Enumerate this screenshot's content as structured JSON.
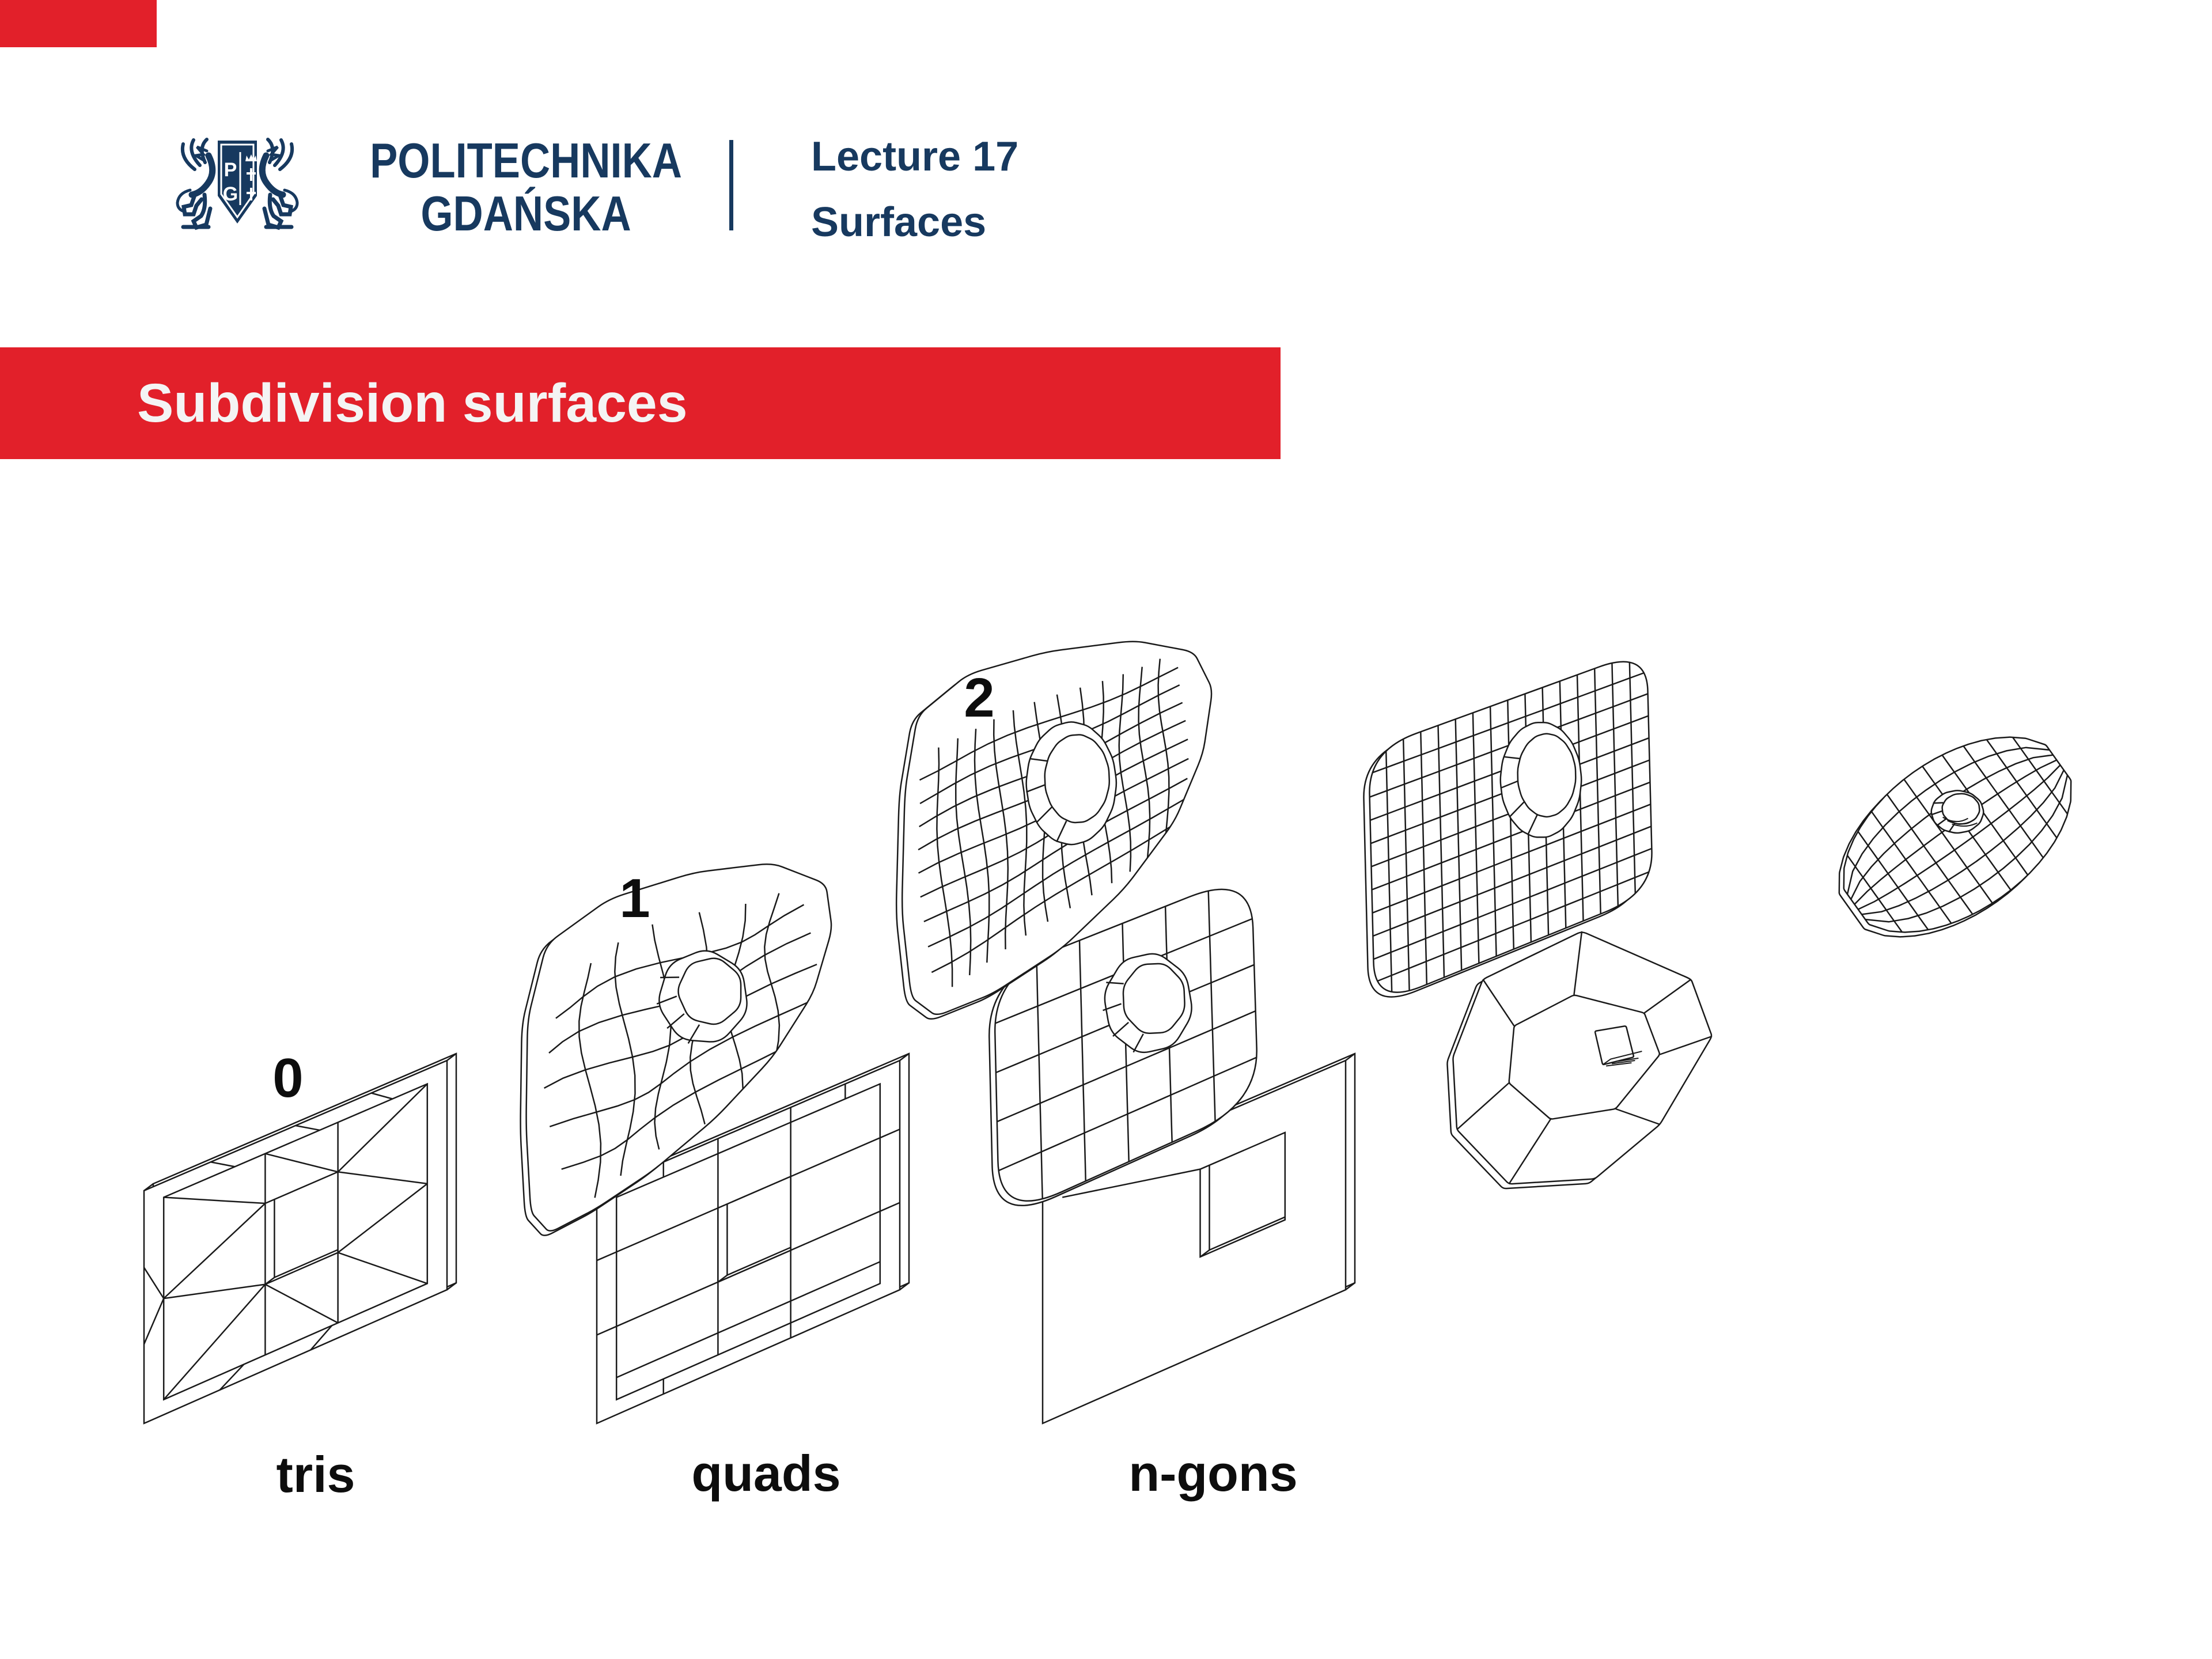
{
  "slide": {
    "header": {
      "logo_icon": "pg-crest-logo",
      "monogram": [
        "P",
        "G"
      ],
      "university_line1": "POLITECHNIKA",
      "university_line2": "GDAŃSKA",
      "lecture_line1": "Lecture 17",
      "lecture_line2": "Surfaces"
    },
    "banner": {
      "title": "Subdivision surfaces"
    },
    "figure": {
      "levels": [
        "0",
        "1",
        "2"
      ],
      "types": [
        "tris",
        "quads",
        "n-gons"
      ],
      "meshes": [
        {
          "name": "tris-control-mesh-level-0",
          "type": "tris",
          "level": "0"
        },
        {
          "name": "tris-mesh-level-1",
          "type": "tris",
          "level": "1"
        },
        {
          "name": "tris-mesh-level-2",
          "type": "tris",
          "level": "2"
        },
        {
          "name": "quads-control-mesh-level-0",
          "type": "quads",
          "level": "0"
        },
        {
          "name": "quads-mesh-level-1",
          "type": "quads",
          "level": "1"
        },
        {
          "name": "quads-mesh-level-2",
          "type": "quads",
          "level": "2"
        },
        {
          "name": "ngons-control-mesh-level-0",
          "type": "n-gons",
          "level": "0"
        },
        {
          "name": "ngons-mesh-level-1",
          "type": "n-gons",
          "level": "1"
        },
        {
          "name": "ngons-mesh-level-2",
          "type": "n-gons",
          "level": "2"
        }
      ]
    },
    "colors": {
      "navy": "#17395F",
      "red": "#E2202A",
      "wireframe_line": "#1A1A1A",
      "background": "#FFFFFF",
      "banner_text": "#F4F4F4"
    }
  }
}
